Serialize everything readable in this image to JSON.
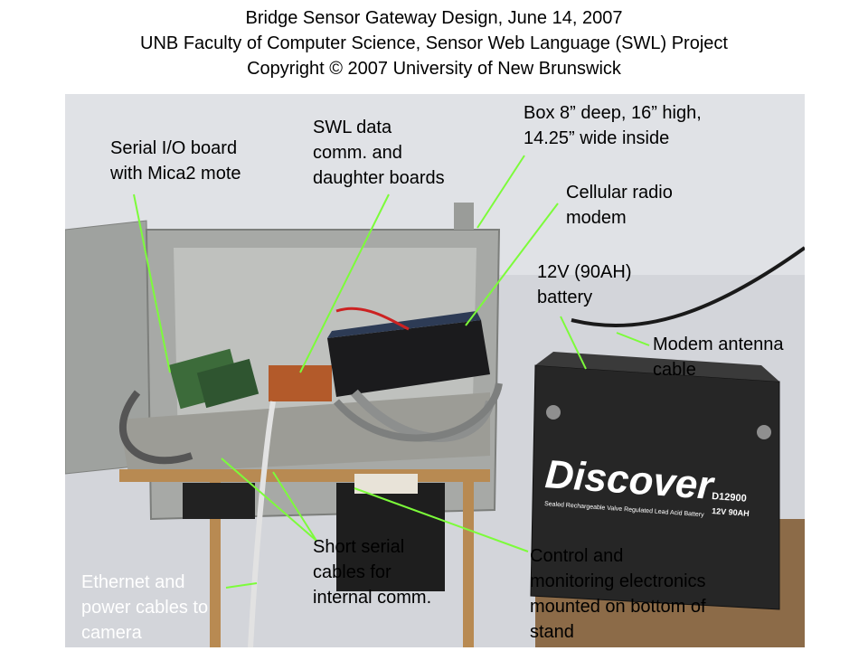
{
  "header": {
    "line1": "Bridge Sensor Gateway Design, June 14, 2007",
    "line2": "UNB Faculty of Computer Science, Sensor Web Language (SWL) Project",
    "line3": "Copyright © 2007 University of New Brunswick"
  },
  "colors": {
    "leader": "#7CFC3A",
    "wall": "#d9dbe0",
    "box": "#a9aba8",
    "battery": "#2b2b2b",
    "floor": "#8a6a48"
  },
  "photo": {
    "battery_brand": "Discover",
    "battery_model": "D12900",
    "battery_rating": "12V 90AH",
    "battery_desc": "Sealed Rechargeable Valve Regulated Lead Acid Battery"
  },
  "labels": {
    "serial_io": "Serial I/O board\nwith Mica2 mote",
    "swl_data": "SWL data\ncomm. and\ndaughter boards",
    "box_dims": "Box 8” deep, 16” high,\n14.25” wide inside",
    "cellular": "Cellular radio\nmodem",
    "battery": "12V (90AH)\nbattery",
    "antenna": "Modem antenna\ncable",
    "ethernet": "Ethernet and\npower cables to\ncamera",
    "short_serial": "Short serial\ncables for\ninternal comm.",
    "control": "Control and\nmonitoring electronics\nmounted on bottom of\nstand"
  }
}
